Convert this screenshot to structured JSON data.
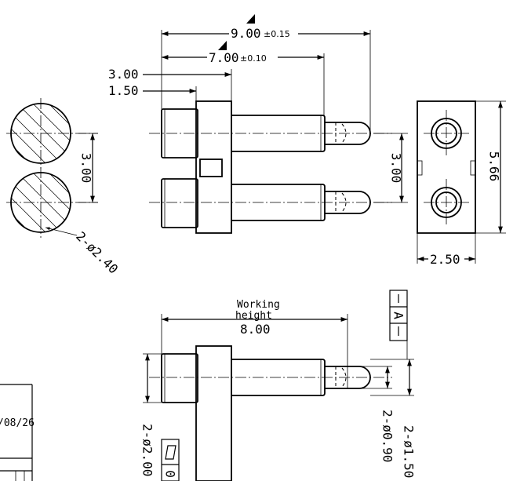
{
  "dimensions": {
    "overall_length": "9.00",
    "overall_length_tol": "±0.15",
    "plunger_length": "7.00",
    "plunger_length_tol": "±0.10",
    "flange_offset": "3.00",
    "shoulder_offset": "1.50",
    "pitch_section": "3.00",
    "pitch_end": "3.00",
    "end_height": "5.66",
    "end_width": "2.50",
    "hole_dia": "2-ø2.40",
    "working_height_label_1": "Working",
    "working_height_label_2": "height",
    "working_height": "8.00",
    "tip_dia": "2-ø0.90",
    "plunger_dia": "2-ø1.50",
    "body_dia": "2-ø2.00"
  },
  "datum": {
    "label": "A"
  },
  "title_block": {
    "date_fragment": "/08/26"
  },
  "flatness": {
    "value_fragment": "0"
  }
}
